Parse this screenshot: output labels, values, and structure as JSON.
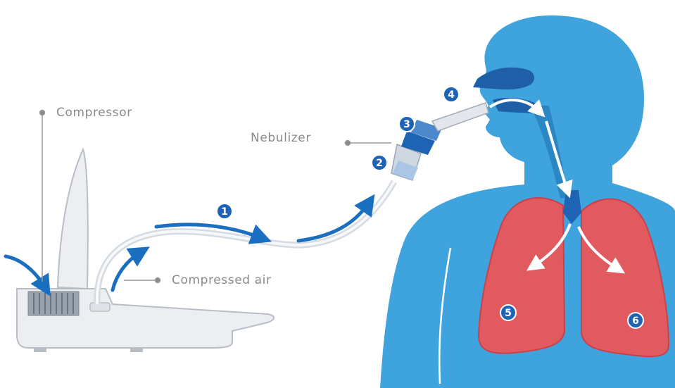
{
  "labels": {
    "compressor": "Compressor",
    "nebulizer": "Nebulizer",
    "compressed_air": "Compressed air"
  },
  "steps": [
    "1",
    "2",
    "3",
    "4",
    "5",
    "6"
  ],
  "colors": {
    "body": "#3fa3dd",
    "body_dark": "#2b86c4",
    "lungs": "#e05a60",
    "lung_edge": "#c9414a",
    "arrow": "#1a6fc0",
    "badge": "#1f63b5",
    "device": "#eceef1",
    "device_edge": "#b9bec6",
    "label_text": "#8a8a8a"
  }
}
